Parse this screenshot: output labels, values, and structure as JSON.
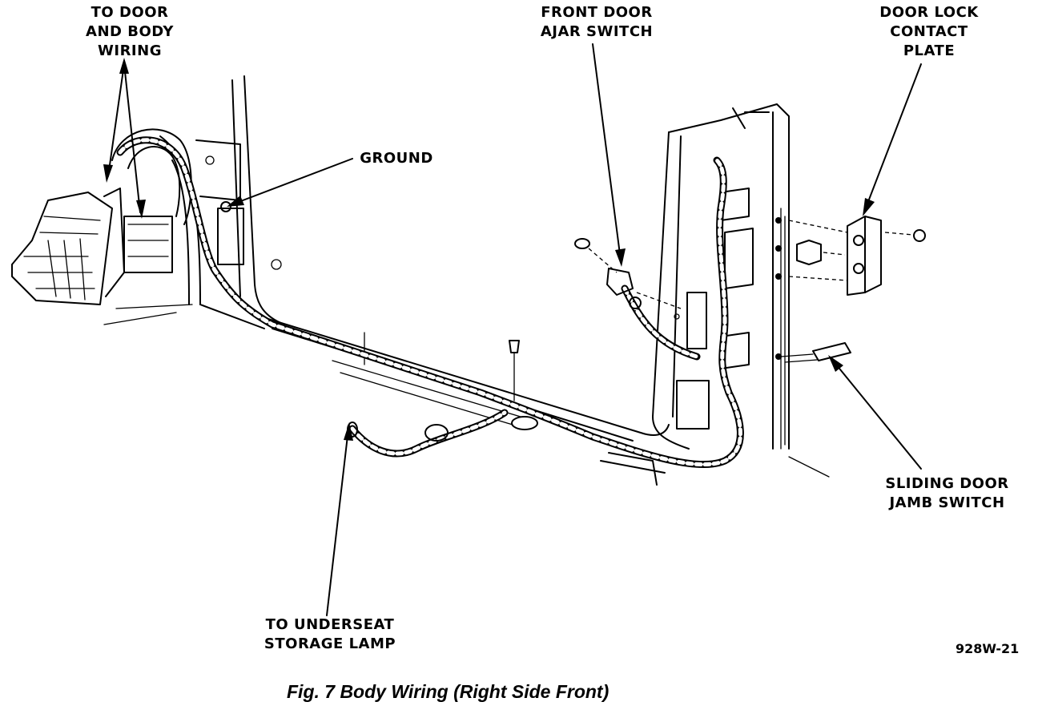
{
  "figure": {
    "caption": "Fig. 7 Body Wiring (Right Side Front)",
    "code": "928W-21"
  },
  "labels": {
    "to_door_body_wiring": [
      "TO DOOR",
      "AND BODY",
      "WIRING"
    ],
    "front_door_ajar_switch": [
      "FRONT DOOR",
      "AJAR SWITCH"
    ],
    "door_lock_contact_plate": [
      "DOOR LOCK",
      "CONTACT",
      "PLATE"
    ],
    "ground": [
      "GROUND"
    ],
    "sliding_door_jamb_switch": [
      "SLIDING DOOR",
      "JAMB SWITCH"
    ],
    "to_underseat_storage_lamp": [
      "TO UNDERSEAT",
      "STORAGE LAMP"
    ]
  }
}
